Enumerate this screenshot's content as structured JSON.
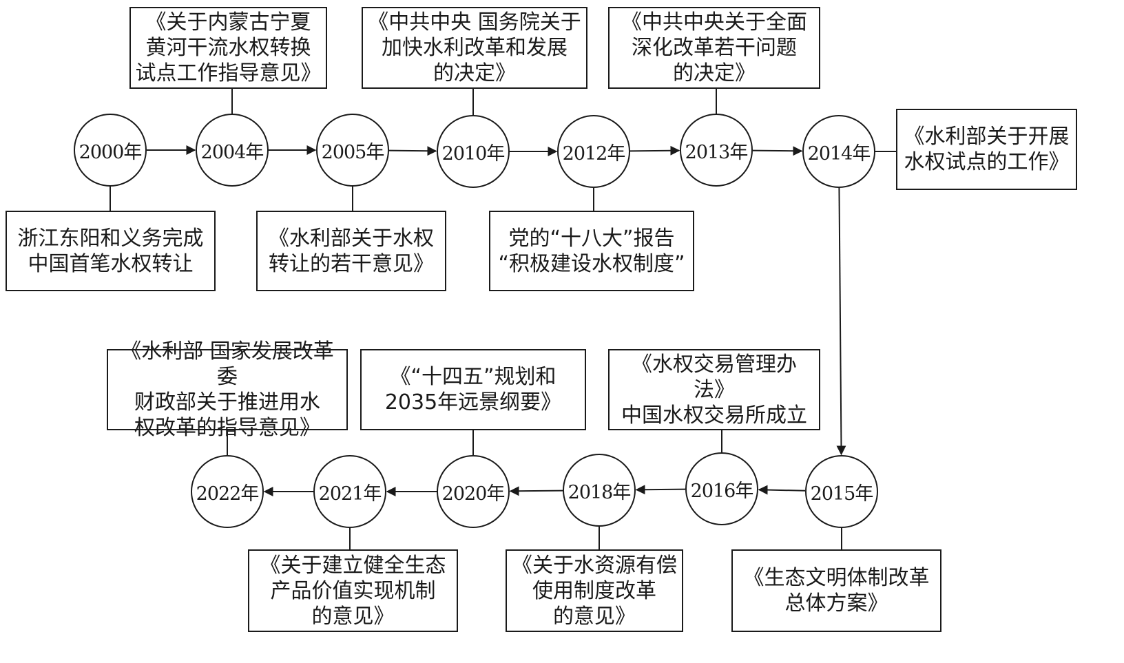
{
  "timeline": [
    {
      "year": "2000年",
      "text": "浙江东阳和义务完成\n中国首笔水权转让"
    },
    {
      "year": "2004年",
      "text": "《关于内蒙古宁夏\n黄河干流水权转换\n试点工作指导意见》"
    },
    {
      "year": "2005年",
      "text": "《水利部关于水权\n转让的若干意见》"
    },
    {
      "year": "2010年",
      "text": "《中共中央 国务院关于\n加快水利改革和发展\n的决定》"
    },
    {
      "year": "2012年",
      "text": "党的“十八大”报告\n“积极建设水权制度”"
    },
    {
      "year": "2013年",
      "text": "《中共中央关于全面\n深化改革若干问题\n的决定》"
    },
    {
      "year": "2014年",
      "text": "《水利部关于开展\n水权试点的工作》"
    },
    {
      "year": "2015年",
      "text": "《生态文明体制改革\n总体方案》"
    },
    {
      "year": "2016年",
      "text": "《水权交易管理办法》\n中国水权交易所成立"
    },
    {
      "year": "2018年",
      "text": "《关于水资源有偿\n使用制度改革\n的意见》"
    },
    {
      "year": "2020年",
      "text": "《“十四五”规划和\n2035年远景纲要》"
    },
    {
      "year": "2021年",
      "text": "《关于建立健全生态\n产品价值实现机制\n的意见》"
    },
    {
      "year": "2022年",
      "text": "《水利部 国家发展改革委\n财政部关于推进用水\n权改革的指导意见》"
    }
  ],
  "colors": {
    "line": "#1a1a1a",
    "background": "#ffffff"
  }
}
